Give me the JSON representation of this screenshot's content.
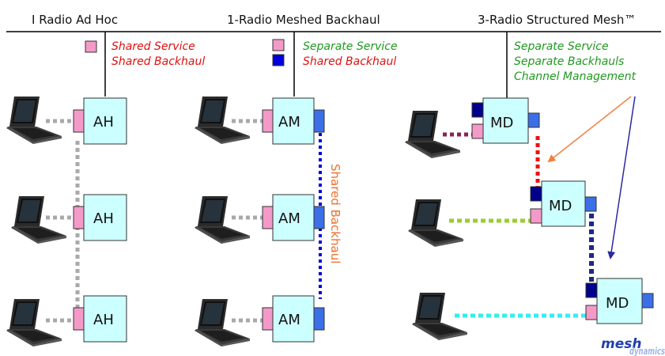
{
  "headers": {
    "adhoc": "I Radio Ad Hoc",
    "meshed": "1-Radio Meshed Backhaul",
    "structured": "3-Radio Structured Mesh™"
  },
  "legend": {
    "adhoc": {
      "line1": "Shared Service",
      "line2": "Shared Backhaul"
    },
    "meshed": {
      "line1": "Separate Service",
      "line2": "Shared Backhaul"
    },
    "structured": {
      "line1": "Separate Service",
      "line2": "Separate Backhauls",
      "line3": "Channel Management"
    }
  },
  "side_label": "Shared Backhaul",
  "nodes": {
    "ah": "AH",
    "am": "AM",
    "md": "MD"
  },
  "logo": {
    "word1": "mesh",
    "word2": "dynamics"
  },
  "colors": {
    "node_fill": "#ccffff",
    "service_pink": "#f49ac8",
    "backhaul_blue": "#3a6fe8",
    "dark_blue": "#00008b",
    "red_text": "#dd1111",
    "green_text": "#1f9a1f",
    "orange_text": "#ef6f2a",
    "grey_link": "#a9a9a9",
    "maroon_link": "#8b2252",
    "red_link": "#ee1111",
    "green_link": "#9acd32",
    "navy_link": "#1c2a80",
    "cyan_link": "#33eeee",
    "orange_arrow": "#f08040",
    "navy_arrow": "#2a2aa0"
  },
  "icons": [
    "laptop-icon",
    "arrow-icon"
  ]
}
